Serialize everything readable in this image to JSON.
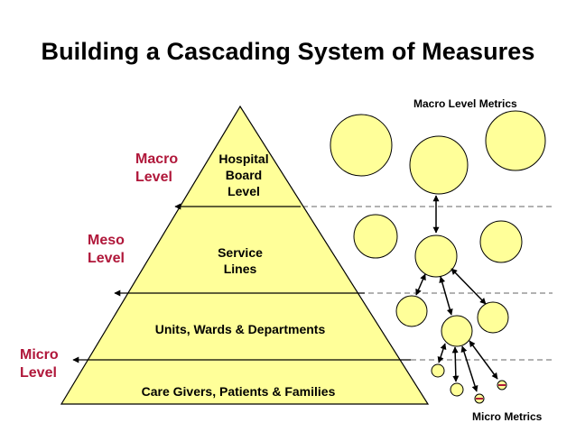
{
  "title": "Building a Cascading System of Measures",
  "colors": {
    "pyramid_fill": "#ffff99",
    "level_label": "#b0173a",
    "outline": "#000000",
    "dashed_line": "#666666"
  },
  "level_labels": {
    "macro": [
      "Macro",
      "Level"
    ],
    "meso": [
      "Meso",
      "Level"
    ],
    "micro": [
      "Micro",
      "Level"
    ]
  },
  "tiers": {
    "board": [
      "Hospital",
      "Board",
      "Level"
    ],
    "service": [
      "Service",
      "Lines"
    ],
    "units": "Units, Wards & Departments",
    "care": "Care Givers, Patients & Families"
  },
  "metrics": {
    "macro_label": "Macro Level Metrics",
    "micro_label": "Micro Metrics"
  }
}
